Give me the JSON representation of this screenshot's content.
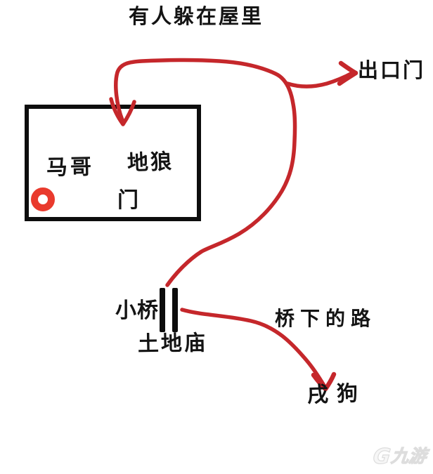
{
  "palette": {
    "background": "#ffffff",
    "ink_black": "#141414",
    "route_red": "#c5272b",
    "marker_red": "#e93a2d",
    "watermark_gray": "#dddddd"
  },
  "title": "有人躲在屋里",
  "house": {
    "occupant_label": "马哥",
    "enemy_label": "地狼",
    "door_label": "门",
    "marker": "red-circle"
  },
  "route_labels": {
    "exit_door": "出口门",
    "bridge": "小桥",
    "temple": "土地庙",
    "road_under_bridge": "桥下的路",
    "dog": "戌狗"
  },
  "watermark": {
    "logo": "G",
    "text": "九游"
  }
}
